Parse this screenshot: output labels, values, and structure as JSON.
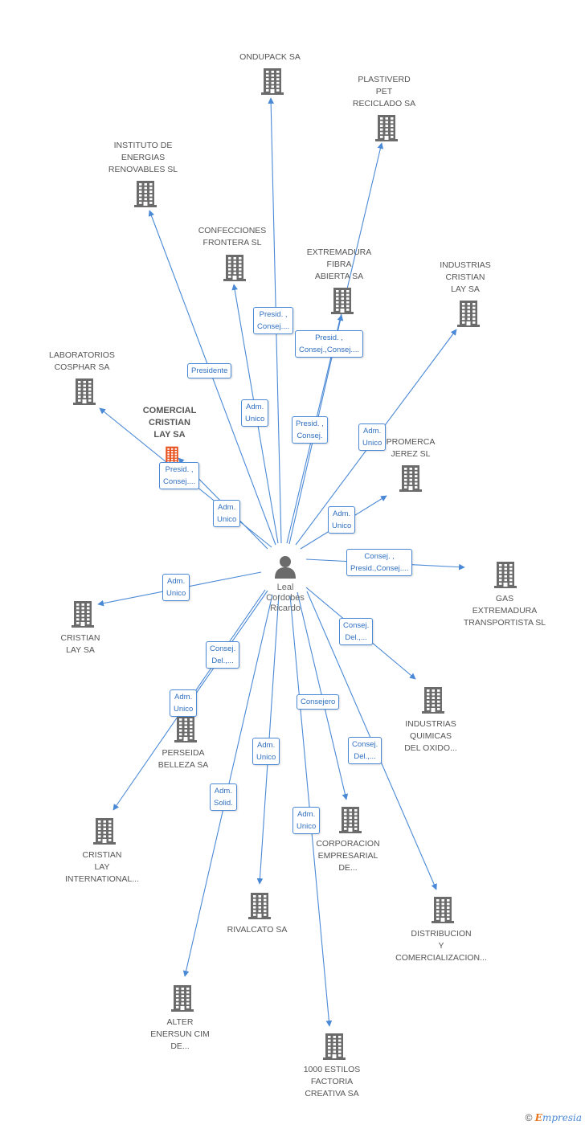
{
  "center_person": {
    "label": "Leal\nCordobes\nRicardo"
  },
  "companies": [
    {
      "id": "ondupack",
      "label": "ONDUPACK SA",
      "highlight": false
    },
    {
      "id": "plastiverd",
      "label": "PLASTIVERD\nPET\nRECICLADO SA",
      "highlight": false
    },
    {
      "id": "instituto",
      "label": "INSTITUTO DE\nENERGIAS\nRENOVABLES SL",
      "highlight": false
    },
    {
      "id": "confecciones",
      "label": "CONFECCIONES\nFRONTERA SL",
      "highlight": false
    },
    {
      "id": "extremadura-fibra",
      "label": "EXTREMADURA\nFIBRA\nABIERTA SA",
      "highlight": false
    },
    {
      "id": "industrias-cristian",
      "label": "INDUSTRIAS\nCRISTIAN\nLAY SA",
      "highlight": false
    },
    {
      "id": "laboratorios",
      "label": "LABORATORIOS\nCOSPHAR SA",
      "highlight": false
    },
    {
      "id": "comercial-cristian",
      "label": "COMERCIAL\nCRISTIAN\nLAY SA",
      "highlight": true
    },
    {
      "id": "promerca",
      "label": "PROMERCA\nJEREZ SL",
      "highlight": false
    },
    {
      "id": "gas-extremadura",
      "label": "GAS\nEXTREMADURA\nTRANSPORTISTA SL",
      "highlight": false
    },
    {
      "id": "cristian-lay",
      "label": "CRISTIAN\nLAY SA",
      "highlight": false
    },
    {
      "id": "industrias-quimicas",
      "label": "INDUSTRIAS\nQUIMICAS\nDEL OXIDO...",
      "highlight": false
    },
    {
      "id": "perseida",
      "label": "PERSEIDA\nBELLEZA SA",
      "highlight": false
    },
    {
      "id": "cristian-lay-intl",
      "label": "CRISTIAN\nLAY\nINTERNATIONAL...",
      "highlight": false
    },
    {
      "id": "corporacion",
      "label": "CORPORACION\nEMPRESARIAL\nDE...",
      "highlight": false
    },
    {
      "id": "rivalcato",
      "label": "RIVALCATO SA",
      "highlight": false
    },
    {
      "id": "distribucion",
      "label": "DISTRIBUCION\nY\nCOMERCIALIZACION...",
      "highlight": false
    },
    {
      "id": "alter-enersun",
      "label": "ALTER\nENERSUN CIM\nDE...",
      "highlight": false
    },
    {
      "id": "1000-estilos",
      "label": "1000 ESTILOS\nFACTORIA\nCREATIVA SA",
      "highlight": false
    }
  ],
  "relations": [
    {
      "to": "ondupack",
      "label": "Presid. ,\nConsej...."
    },
    {
      "to": "plastiverd",
      "label": "Presid. ,\nConsej.,Consej...."
    },
    {
      "to": "instituto",
      "label": "Presidente"
    },
    {
      "to": "confecciones",
      "label": "Adm.\nUnico"
    },
    {
      "to": "extremadura-fibra",
      "label": "Presid. ,\nConsej."
    },
    {
      "to": "industrias-cristian",
      "label": "Adm.\nUnico"
    },
    {
      "to": "laboratorios",
      "label": "Presid. ,\nConsej...."
    },
    {
      "to": "comercial-cristian",
      "label": "Adm.\nUnico"
    },
    {
      "to": "promerca",
      "label": "Adm.\nUnico"
    },
    {
      "to": "gas-extremadura",
      "label": "Consej. ,\nPresid.,Consej...."
    },
    {
      "to": "cristian-lay",
      "label": "Adm.\nUnico"
    },
    {
      "to": "industrias-quimicas",
      "label": "Consej.\nDel.,..."
    },
    {
      "to": "perseida",
      "label": "Consej.\nDel.,..."
    },
    {
      "to": "cristian-lay-intl",
      "label": "Adm.\nUnico"
    },
    {
      "to": "corporacion",
      "label": "Consejero"
    },
    {
      "to": "rivalcato",
      "label": "Adm.\nUnico"
    },
    {
      "to": "distribucion",
      "label": "Consej.\nDel.,..."
    },
    {
      "to": "alter-enersun",
      "label": "Adm.\nSolid."
    },
    {
      "to": "1000-estilos",
      "label": "Adm.\nUnico"
    }
  ],
  "footer": {
    "copyright": "©",
    "brand_initial": "E",
    "brand_rest": "mpresia"
  },
  "colors": {
    "edge": "#4a89d6",
    "building": "#6b6b6b",
    "highlight": "#e8521e",
    "person": "#6b6b6b"
  }
}
